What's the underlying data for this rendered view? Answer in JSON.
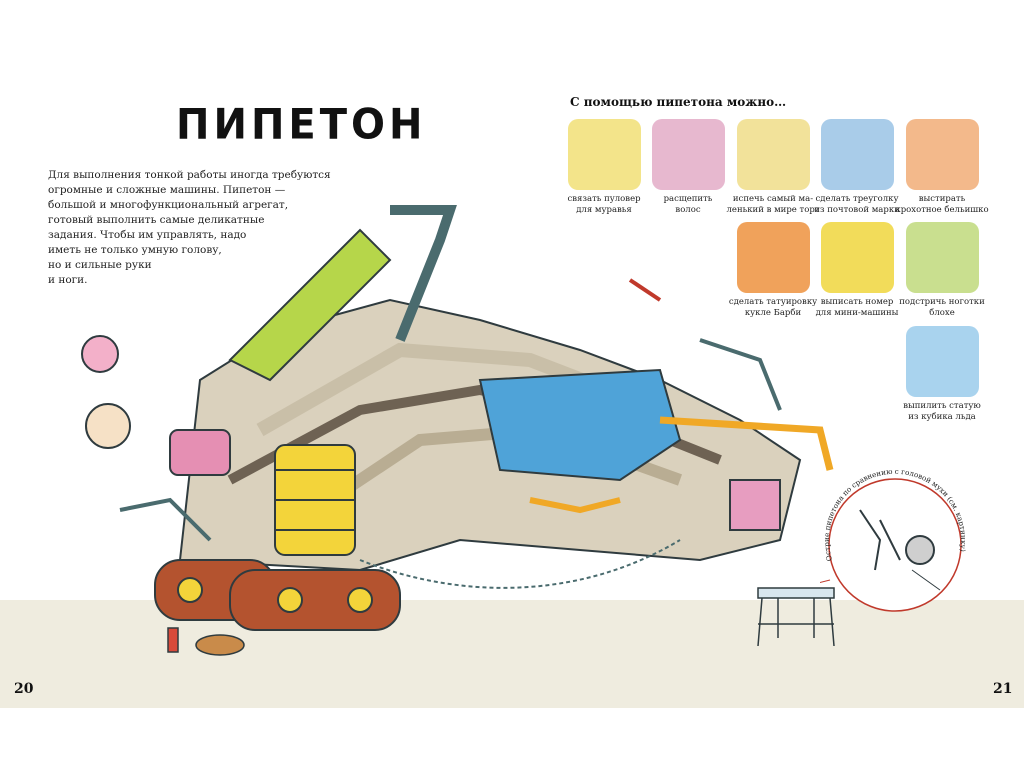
{
  "title": "ПИПЕТОН",
  "intro_lines": [
    "Для выполнения тонкой работы иногда требуются",
    "огромные и сложные машины. Пипетон —",
    "большой и многофункциональный агрегат,",
    "готовый выполнить самые деликатные",
    "задания. Чтобы им управлять, надо",
    "иметь не только умную голову,",
    "но и сильные руки",
    "и ноги."
  ],
  "uses_heading": "С помощью пипетона можно…",
  "uses": [
    {
      "line1": "связать пуловер",
      "line2": "для муравья",
      "bg": "#f3e48a"
    },
    {
      "line1": "расщепить",
      "line2": "волос",
      "bg": "#e7b8cf"
    },
    {
      "line1": "испечь самый ма-",
      "line2": "ленький в мире торт",
      "bg": "#f2e29a"
    },
    {
      "line1": "сделать треуголку",
      "line2": "из почтовой марки",
      "bg": "#a9cce9"
    },
    {
      "line1": "выстирать",
      "line2": "крохотное бельишко",
      "bg": "#f3b98b"
    },
    {
      "line1": "сделать татуировку",
      "line2": "кукле Барби",
      "bg": "#f0a25b"
    },
    {
      "line1": "выписать номер",
      "line2": "для мини-машины",
      "bg": "#f2dc5a"
    },
    {
      "line1": "подстричь ноготки",
      "line2": "блохе",
      "bg": "#c9df8f"
    },
    {
      "line1": "выпилить статую",
      "line2": "из кубика льда",
      "bg": "#a9d3ee"
    }
  ],
  "loupe_caption": "Острие пипетона по сравнению с головой мухи (см. картинку)",
  "page_left": "20",
  "page_right": "21",
  "icons": [
    "pipeton-machine-illustration",
    "magnifier-detail-illustration",
    "small-table-illustration"
  ]
}
